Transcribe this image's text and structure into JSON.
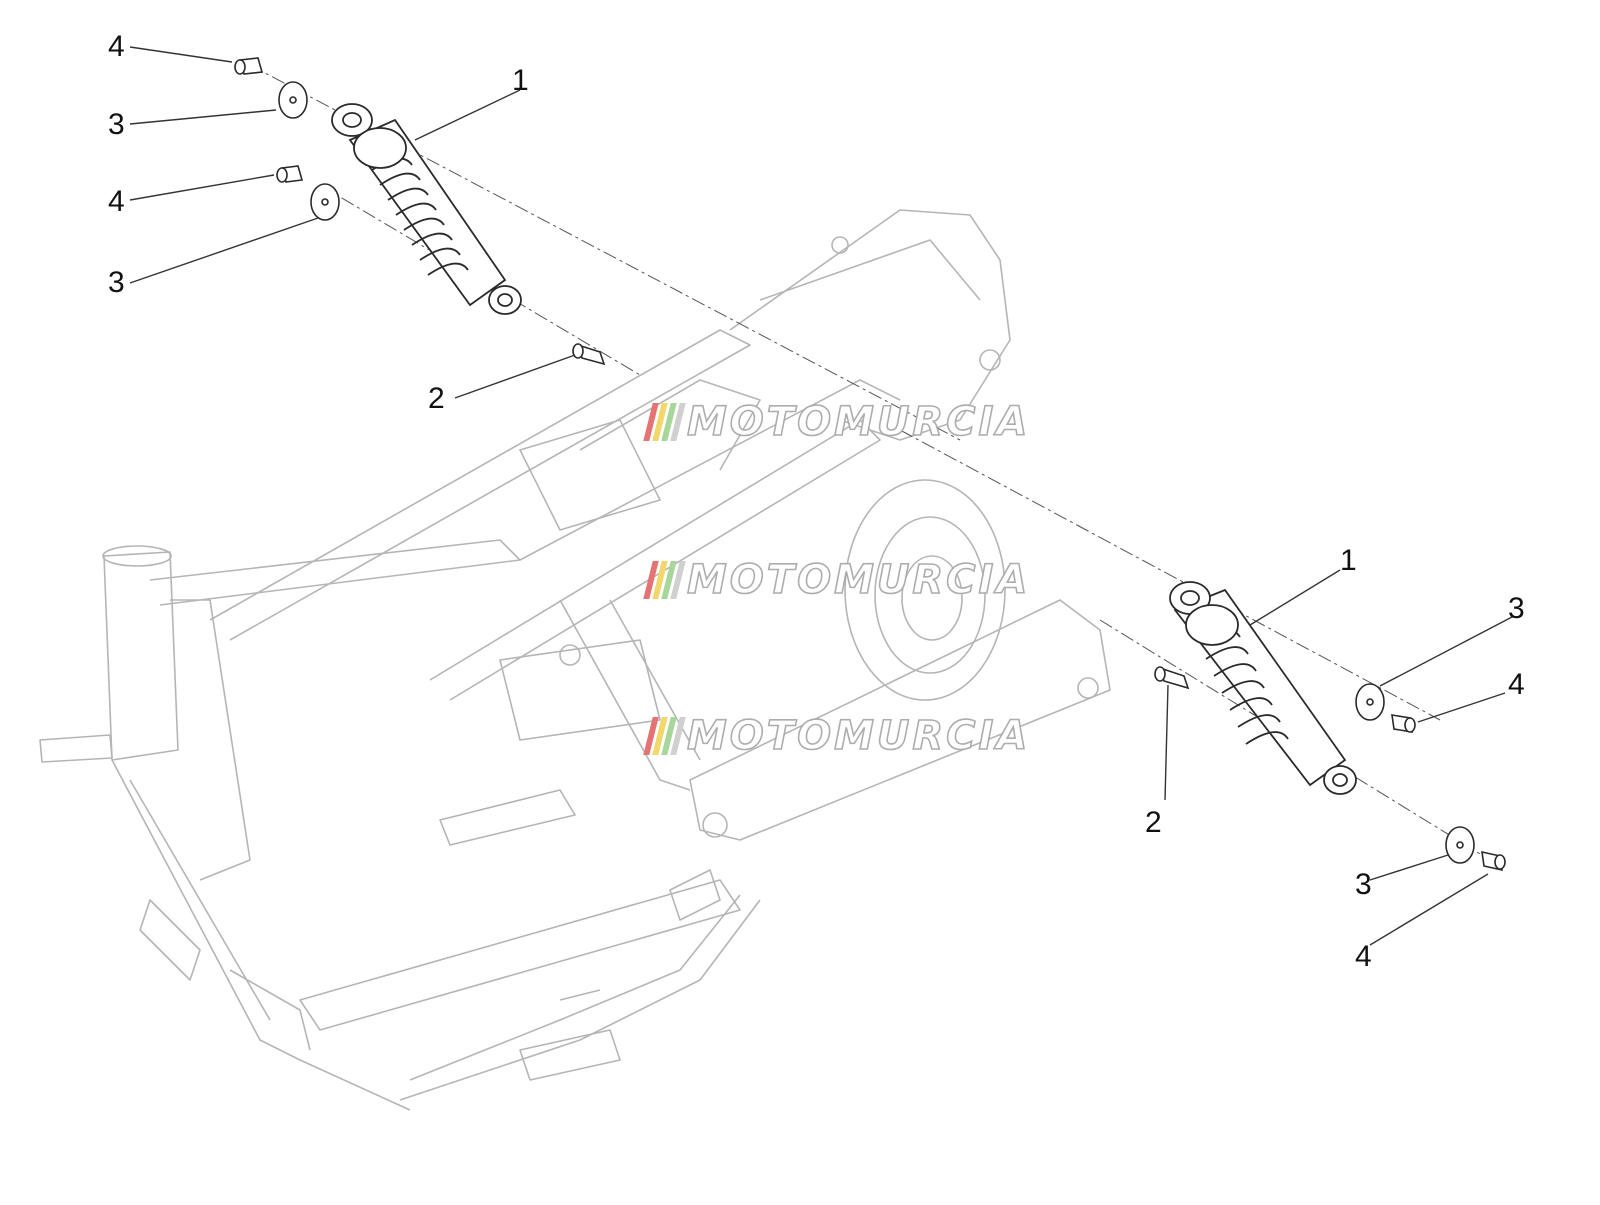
{
  "diagram": {
    "callouts": [
      {
        "id": "c1a",
        "label": "1"
      },
      {
        "id": "c2a",
        "label": "2"
      },
      {
        "id": "c3a",
        "label": "3"
      },
      {
        "id": "c3b",
        "label": "3"
      },
      {
        "id": "c4a",
        "label": "4"
      },
      {
        "id": "c4b",
        "label": "4"
      },
      {
        "id": "c1b",
        "label": "1"
      },
      {
        "id": "c2b",
        "label": "2"
      },
      {
        "id": "c3c",
        "label": "3"
      },
      {
        "id": "c3d",
        "label": "3"
      },
      {
        "id": "c4c",
        "label": "4"
      },
      {
        "id": "c4d",
        "label": "4"
      }
    ],
    "watermark": {
      "text": "MOTOMURCIA",
      "stripe_colors": [
        "#e57373",
        "#f2d76b",
        "#a7d79a",
        "#d0d0d0"
      ]
    },
    "colors": {
      "frame_line": "#b5b5b5",
      "part_line": "#2a2a2a",
      "leader_line": "#333333"
    }
  }
}
